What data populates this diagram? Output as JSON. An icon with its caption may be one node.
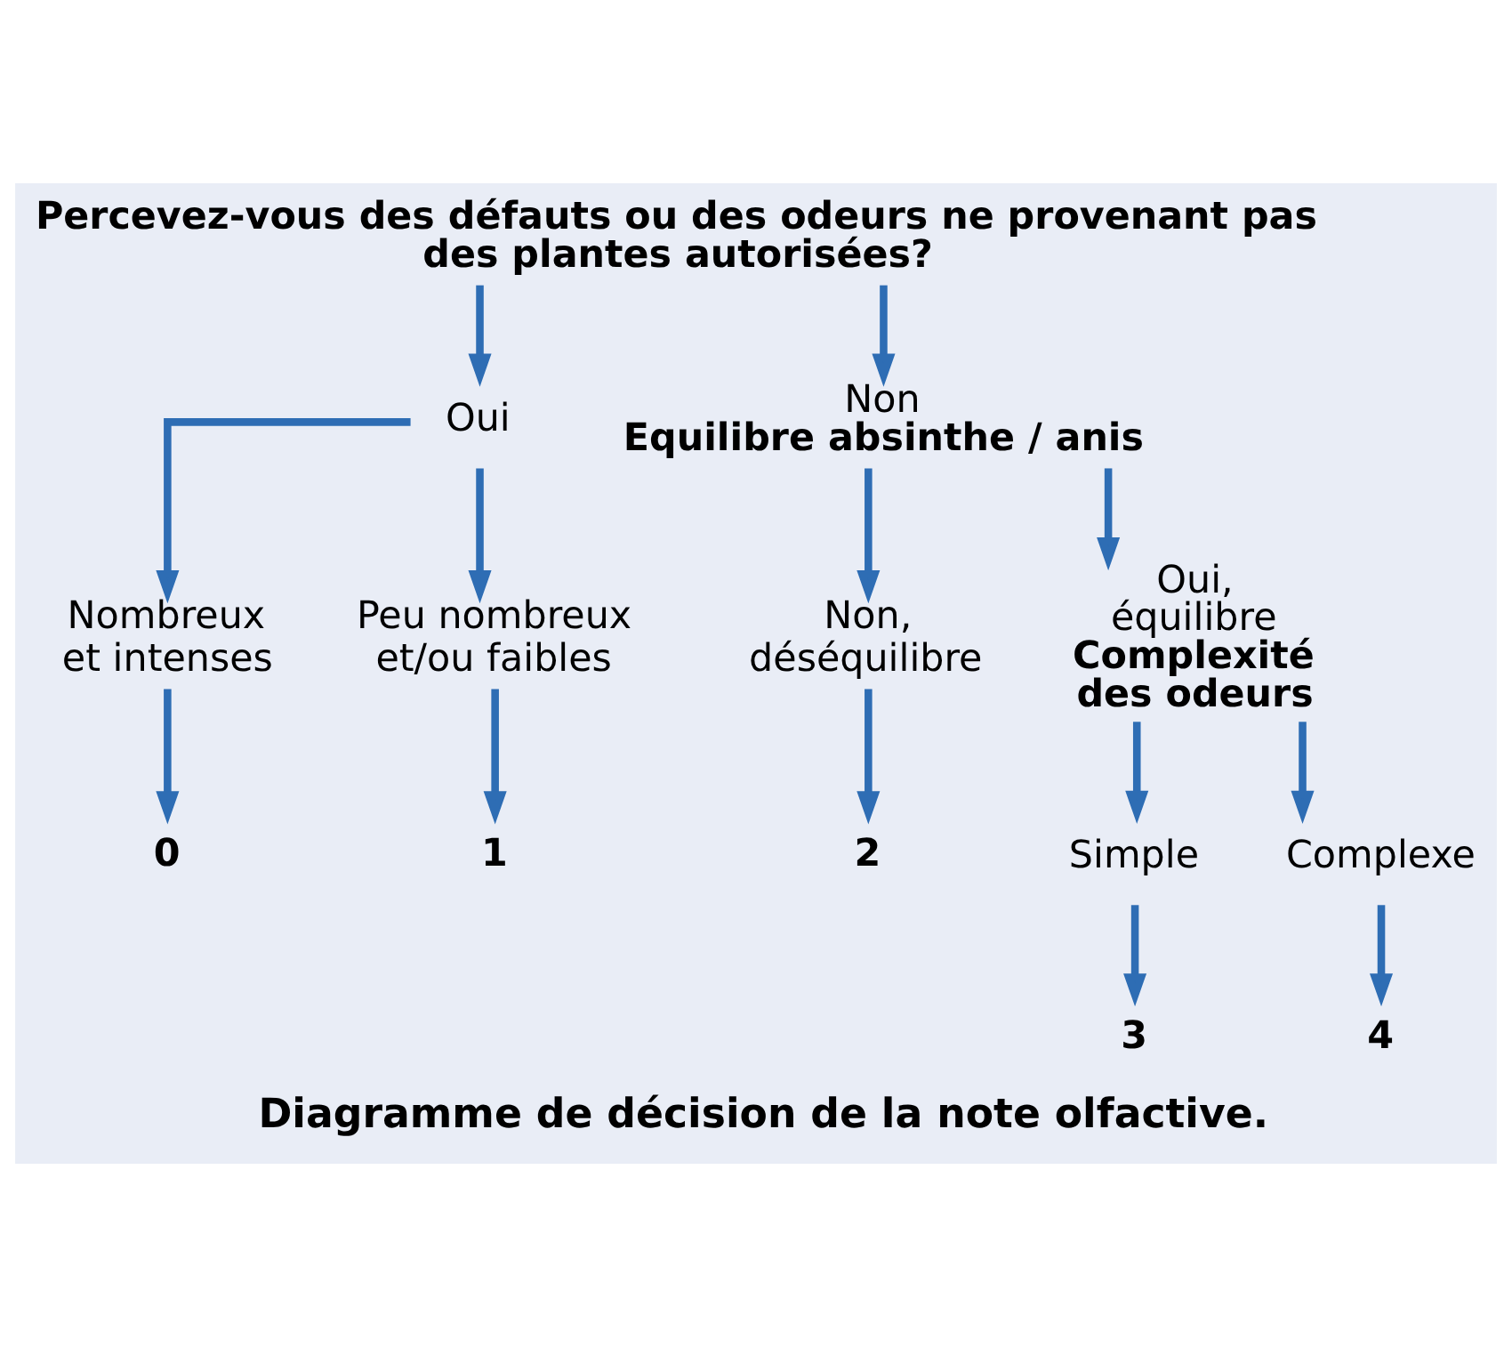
{
  "diagram": {
    "caption": "Diagramme de décision de la note olfactive.",
    "nodes": [
      {
        "text": [
          "Percevez-vous des défauts ou des odeurs ne provenant pas des plantes autorisées?"
        ]
      },
      {
        "text": [
          "Oui"
        ]
      },
      {
        "text": [
          "Non",
          "Equilibre absinthe / anis"
        ]
      },
      {
        "text": [
          "Nombreux et intenses"
        ]
      },
      {
        "text": [
          "Peu nombreux et/ou faibles"
        ]
      },
      {
        "text": [
          "Non, déséquilibre"
        ]
      },
      {
        "text": [
          "Oui, équilibre",
          "Complexité des odeurs"
        ]
      },
      {
        "text": [
          "0"
        ]
      },
      {
        "text": [
          "1"
        ]
      },
      {
        "text": [
          "2"
        ]
      },
      {
        "text": [
          "Simple"
        ]
      },
      {
        "text": [
          "Complexe"
        ]
      },
      {
        "text": [
          "3"
        ]
      },
      {
        "text": [
          "4"
        ]
      }
    ],
    "edges": [
      {
        "from": 0,
        "to": 1,
        "arrow": "to"
      },
      {
        "from": 0,
        "to": 2,
        "arrow": "to"
      },
      {
        "from": 1,
        "to": 3,
        "arrow": "to"
      },
      {
        "from": 1,
        "to": 4,
        "arrow": "to"
      },
      {
        "from": 2,
        "to": 5,
        "arrow": "to"
      },
      {
        "from": 2,
        "to": 6,
        "arrow": "to"
      },
      {
        "from": 3,
        "to": 7,
        "arrow": "to"
      },
      {
        "from": 4,
        "to": 8,
        "arrow": "to"
      },
      {
        "from": 5,
        "to": 9,
        "arrow": "to"
      },
      {
        "from": 6,
        "to": 10,
        "arrow": "to"
      },
      {
        "from": 6,
        "to": 11,
        "arrow": "to"
      },
      {
        "from": 10,
        "to": 12,
        "arrow": "to"
      },
      {
        "from": 11,
        "to": 13,
        "arrow": "to"
      }
    ]
  }
}
